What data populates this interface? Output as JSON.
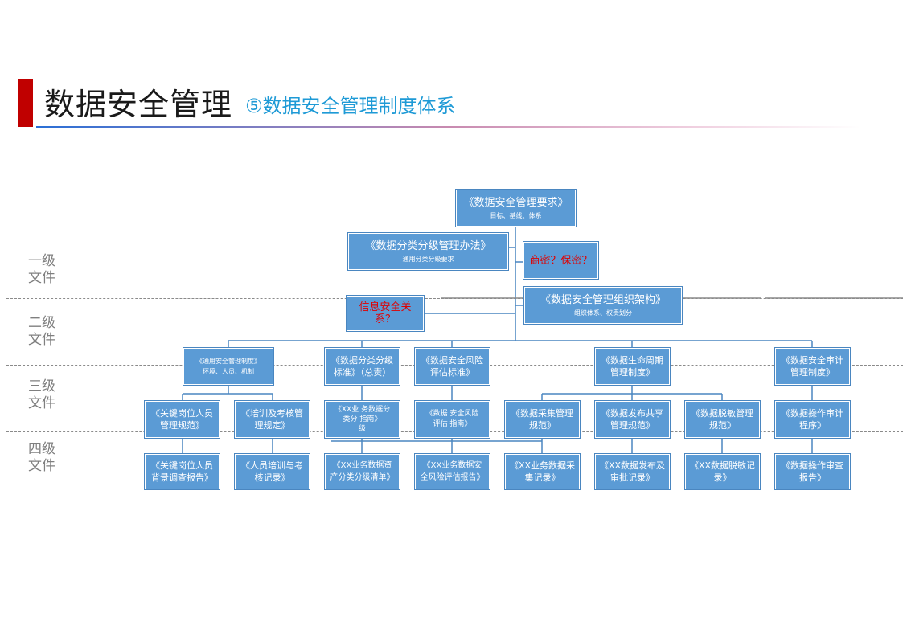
{
  "header": {
    "title": "数据安全管理",
    "subtitle": "⑤数据安全管理制度体系"
  },
  "levels": [
    "一级\n文件",
    "二级\n文件",
    "三级\n文件",
    "四级\n文件"
  ],
  "nodes": {
    "root": {
      "title": "《数据安全管理要求》",
      "sub": "目标、基线、体系"
    },
    "classification": {
      "title": "《数据分类分级管理办法》",
      "sub": "通用分类分级要求"
    },
    "commercial_secret": {
      "title": "商密？保密？"
    },
    "organization": {
      "title": "《数据安全管理组织架构》",
      "sub": "组织体系、权责划分"
    },
    "infosec_relation": {
      "title": "信息安全关系？"
    },
    "general_mgmt": {
      "title": "《通用安全管理制度》",
      "sub": "环境、人员、机制"
    },
    "classification_std": {
      "title": "《数据分类分级\n标准》（总责）"
    },
    "risk_std": {
      "title": "《数据安全风险\n评估标准》"
    },
    "lifecycle": {
      "title": "《数据生命周期\n管理制度》"
    },
    "audit": {
      "title": "《数据安全审计\n管理制度》"
    },
    "key_post": {
      "title": "《关键岗位人员\n管理规范》"
    },
    "training": {
      "title": "《培训及考核管\n理规定》"
    },
    "xx_classify_guide": {
      "title": "《XX业 务数据分\n类分     指南》\n级"
    },
    "risk_guide": {
      "title": "《数据   安全风险\n评估   指南》"
    },
    "collection": {
      "title": "《数据采集管理\n规范》"
    },
    "sharing": {
      "title": "《数据发布共享\n管理规范》"
    },
    "masking": {
      "title": "《数据脱敏管理\n规范》"
    },
    "op_audit": {
      "title": "《数据操作审计\n程序》"
    },
    "bg_report": {
      "title": "《关键岗位人员\n背景调查报告》"
    },
    "train_record": {
      "title": "《人员培训与考\n核记录》"
    },
    "asset_list": {
      "title": "《XX业务数据资\n产分类分级清单》"
    },
    "risk_report": {
      "title": "《XX业务数据安\n全风险评估报告》"
    },
    "collect_record": {
      "title": "《XX业务数据采\n集记录》"
    },
    "approval_record": {
      "title": "《XX数据发布及\n审批记录》"
    },
    "mask_record": {
      "title": "《XX数据脱敏记\n录》"
    },
    "op_report": {
      "title": "《数据操作审查\n报告》"
    }
  }
}
